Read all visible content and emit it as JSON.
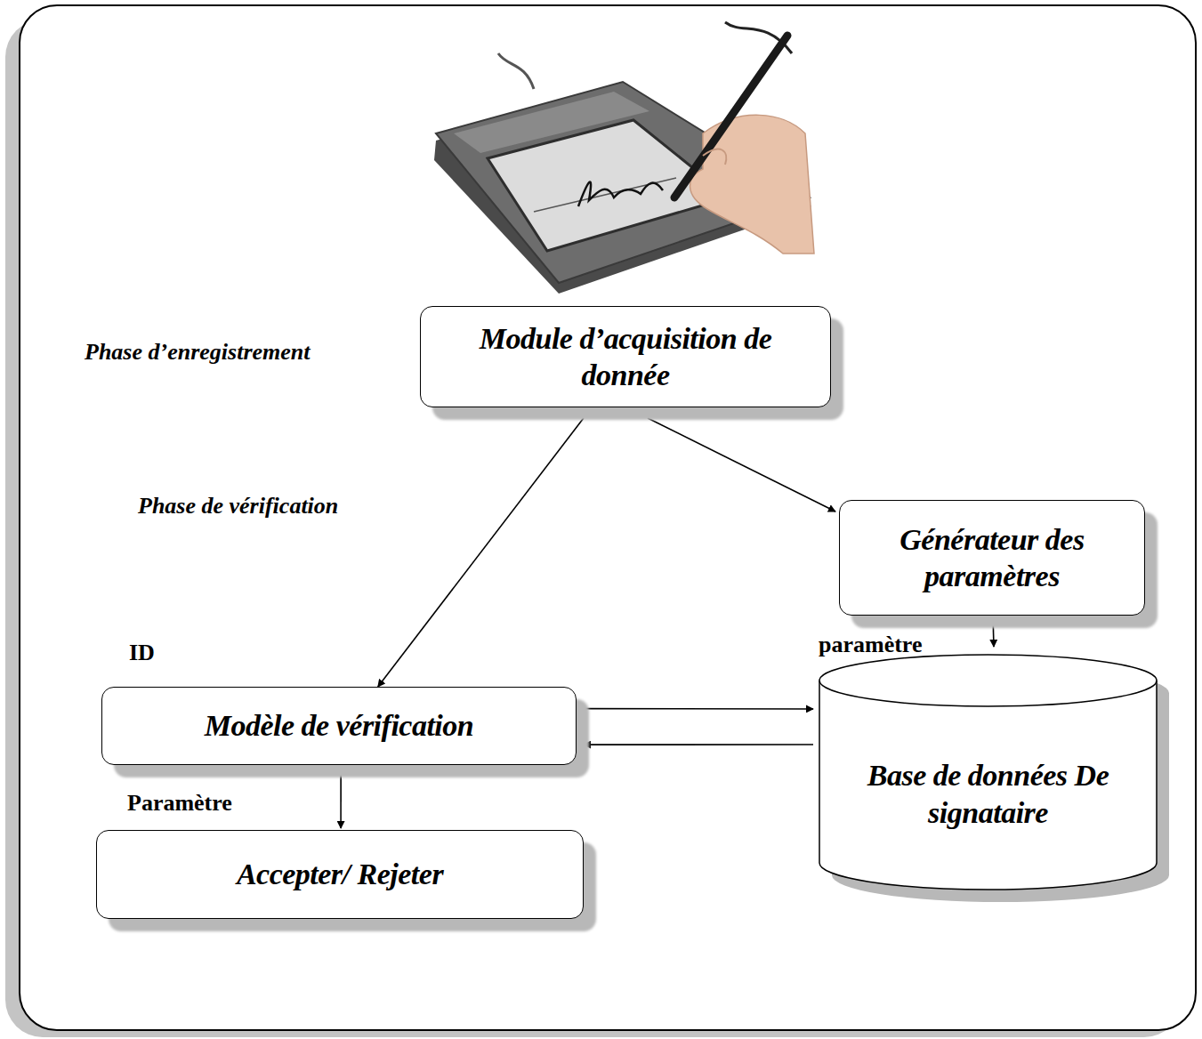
{
  "diagram": {
    "nodes": [
      {
        "text": [
          "Module d’acquisition de donnée"
        ]
      },
      {
        "text": [
          "Générateur des paramètres"
        ]
      },
      {
        "text": [
          "Modèle de vérification"
        ]
      },
      {
        "text": [
          "Base de données De signataire"
        ]
      },
      {
        "text": [
          "Accepter/ Rejeter"
        ]
      }
    ],
    "edges": [
      {
        "from": 0,
        "to": 1,
        "arrow": "to"
      },
      {
        "from": 0,
        "to": 2,
        "arrow": "to"
      },
      {
        "from": 1,
        "to": 3,
        "label": "paramètre",
        "arrow": "to"
      },
      {
        "from": 2,
        "to": 3,
        "arrow": "to"
      },
      {
        "from": 3,
        "to": 2,
        "arrow": "to"
      },
      {
        "from": 2,
        "to": 4,
        "label": "Paramètre",
        "arrow": "to"
      }
    ],
    "labels": [
      "Phase d’enregistrement",
      "Phase de vérification",
      "ID"
    ]
  }
}
